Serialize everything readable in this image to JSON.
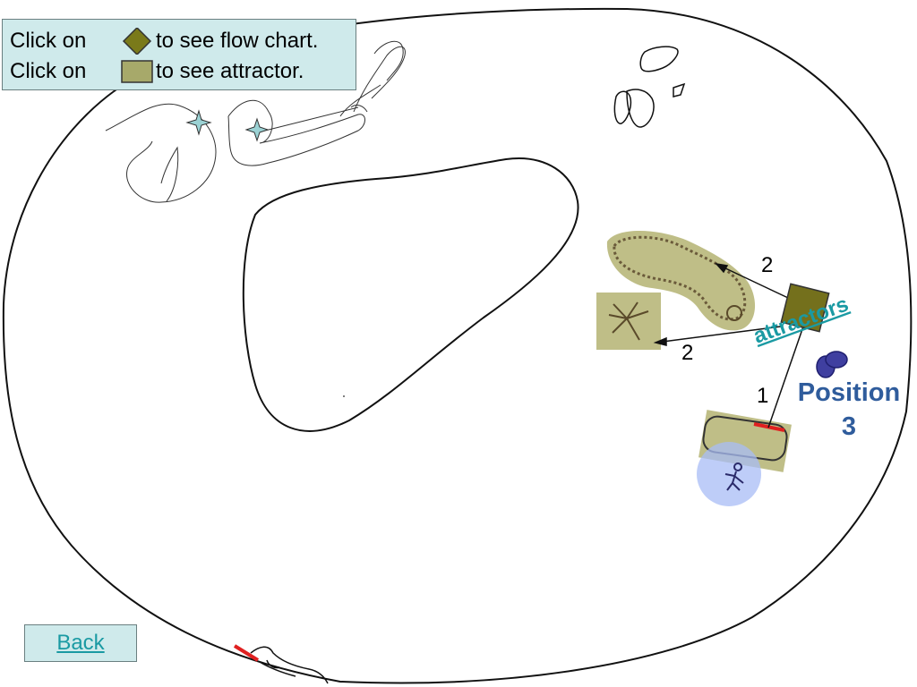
{
  "legend": {
    "row1": {
      "prefix": "Click on",
      "suffix": "to see flow chart.",
      "icon": "diamond-icon",
      "icon_color": "#7a7a1a"
    },
    "row2": {
      "prefix": "Click on",
      "suffix": "to see attractor.",
      "icon": "square-icon",
      "icon_color": "#a7a96a"
    }
  },
  "diagram": {
    "attractors_link": "attractors",
    "edge_labels": {
      "to_bean": "2",
      "to_fan": "2",
      "to_bed": "1"
    },
    "position_label": "Position 3",
    "colors": {
      "attractor_fill": "#b8b77a",
      "node_fill": "#74701c",
      "person_circle": "#a8bcf5",
      "marker_blue": "#3f3fa0",
      "highlight_red": "#e02020",
      "link_color": "#1a9aa3",
      "position_color": "#2f5c9c"
    }
  },
  "nav": {
    "back_label": "Back"
  }
}
